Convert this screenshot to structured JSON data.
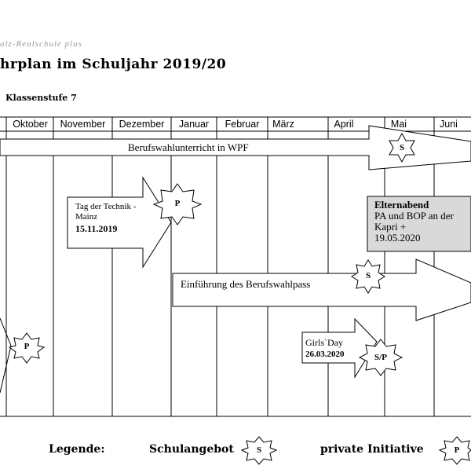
{
  "header": {
    "school": "alz-Realschule plus",
    "title": "hrplan im Schuljahr 2019/20",
    "grade": "Klassenstufe 7"
  },
  "months": [
    "Oktober",
    "November",
    "Dezember",
    "Januar",
    "Februar",
    "März",
    "April",
    "Mai",
    "Juni"
  ],
  "arrows": {
    "wpf": {
      "label": "Berufswahlunterricht in WPF",
      "badge": "S"
    },
    "technik": {
      "line1": "Tag der Technik -",
      "line2": "Mainz",
      "date": "15.11.2019",
      "badge": "P"
    },
    "pass": {
      "label": "Einführung des Berufswahlpass",
      "badge": "S"
    },
    "girls": {
      "line1": "Girls`Day",
      "date": "26.03.2020",
      "badge": "S/P"
    },
    "left": {
      "badge": "P"
    }
  },
  "elternabend": {
    "title": "Elternabend",
    "line1": "PA und BOP an der",
    "line2": "Kapri  +",
    "line3": "19.05.2020"
  },
  "legend": {
    "label": "Legende:",
    "school": "Schulangebot",
    "school_badge": "S",
    "private": "private Initiative",
    "private_badge": "P"
  }
}
